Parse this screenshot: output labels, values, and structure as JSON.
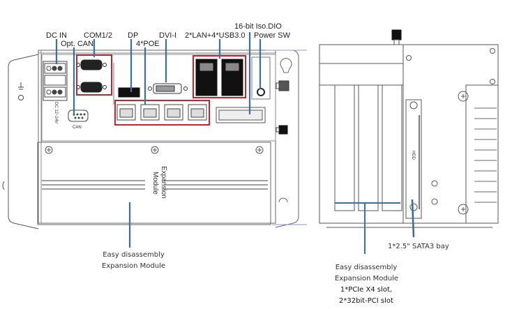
{
  "diagram": {
    "front_view": {
      "callouts": {
        "dc_in": "DC IN",
        "opt_can": "Opt. CAN",
        "com": "COM1/2",
        "dp": "DP",
        "poe": "4*POE",
        "dvi": "DVI-I",
        "lan_usb": "2*LAN+4*USB3.0",
        "dio": "16-bit Iso.DIO",
        "power_sw": "Power SW"
      },
      "panel_marks": {
        "dc_voltage": "DC 12~24V",
        "can_port": "CAN"
      },
      "module_label": [
        "Expansion",
        "Module"
      ],
      "caption": [
        "Easy disassembly",
        "Expansion Module"
      ]
    },
    "side_view": {
      "hdd_label": "HDD",
      "sata_caption": "1*2.5\" SATA3 bay",
      "caption": [
        "Easy disassembly",
        "Expansion Module",
        "1*PCIe X4 slot,",
        "2*32bit-PCI slot"
      ]
    },
    "colors": {
      "callout_line": "#3a6ea5",
      "highlight_box": "#c0262d",
      "outline": "#555555",
      "guide_line": "#8f8fe0"
    }
  }
}
